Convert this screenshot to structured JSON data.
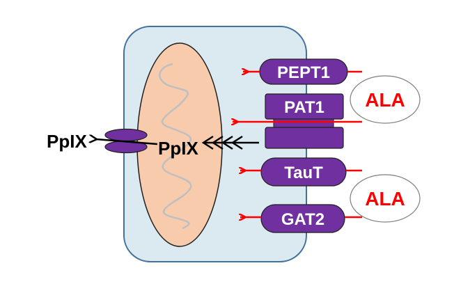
{
  "colors": {
    "cell_fill": "#dbe9f0",
    "cell_stroke": "#41719c",
    "mito_fill": "#f8cbad",
    "mito_stroke": "#1f1f1f",
    "cristae_stroke": "#bfbfbf",
    "transporter_fill": "#7030a0",
    "transporter_stroke": "#1f1f1f",
    "transporter_text": "#ffffff",
    "arrow_red": "#ff0000",
    "ala_text": "#ff0000",
    "black": "#000000"
  },
  "labels": {
    "pplx_outside": "PpIX",
    "pplx_inside": "PpIX",
    "ala_top": "ALA",
    "ala_bottom": "ALA"
  },
  "transporters": [
    {
      "name": "PEPT1"
    },
    {
      "name": "PAT1"
    },
    {
      "name": "TauT"
    },
    {
      "name": "GAT2"
    }
  ]
}
